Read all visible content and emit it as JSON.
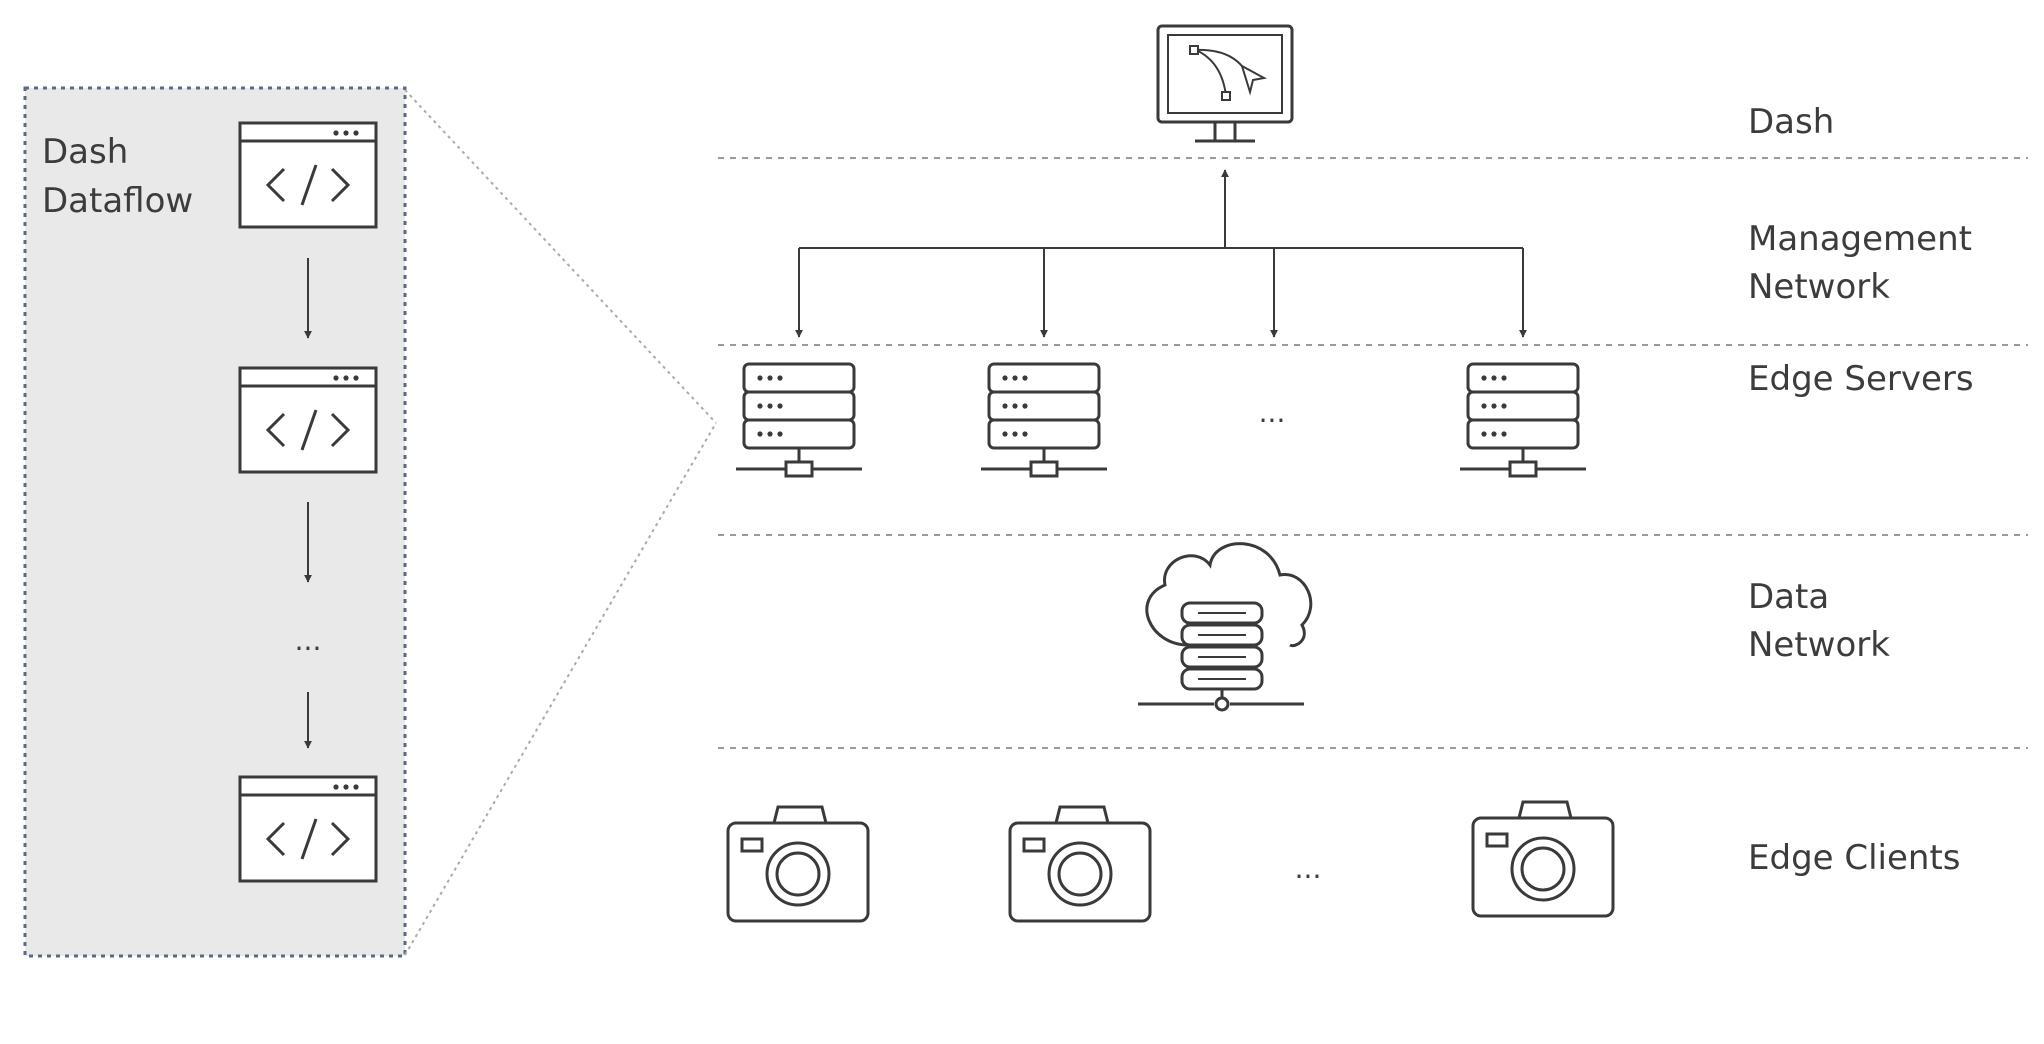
{
  "dataflow_panel": {
    "title_line1": "Dash",
    "title_line2": "Dataflow",
    "ellipsis": "..."
  },
  "tiers": {
    "dash": "Dash",
    "management_line1": "Management",
    "management_line2": "Network",
    "edge_servers": "Edge Servers",
    "data_line1": "Data",
    "data_line2": "Network",
    "edge_clients": "Edge Clients"
  },
  "servers_ellipsis": "...",
  "clients_ellipsis": "...",
  "colors": {
    "stroke": "#3a3a3a",
    "panel_fill": "#e9e9e9",
    "panel_border": "#5a6a8a",
    "separator": "#9a9a9a",
    "text": "#3c3c3c"
  }
}
